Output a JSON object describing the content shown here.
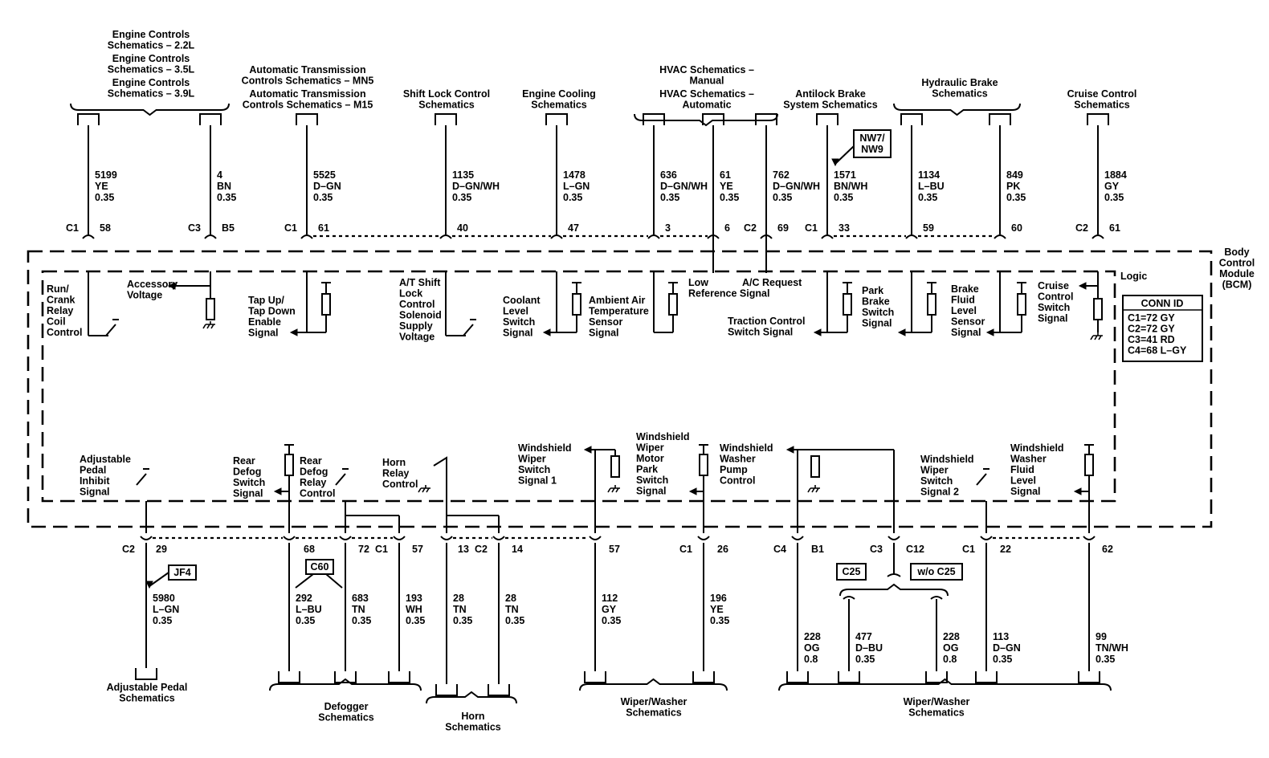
{
  "top_schematics": [
    {
      "key": "eng1",
      "lines": [
        "Engine Controls",
        "Schematics – 2.2L"
      ]
    },
    {
      "key": "eng2",
      "lines": [
        "Engine Controls",
        "Schematics – 3.5L"
      ]
    },
    {
      "key": "eng3",
      "lines": [
        "Engine Controls",
        "Schematics – 3.9L"
      ]
    },
    {
      "key": "trans1",
      "lines": [
        "Automatic Transmission",
        "Controls Schematics – MN5"
      ]
    },
    {
      "key": "trans2",
      "lines": [
        "Automatic Transmission",
        "Controls Schematics – M15"
      ]
    },
    {
      "key": "shift",
      "lines": [
        "Shift Lock Control",
        "Schematics"
      ]
    },
    {
      "key": "cool",
      "lines": [
        "Engine Cooling",
        "Schematics"
      ]
    },
    {
      "key": "hvac1",
      "lines": [
        "HVAC Schematics –",
        "Manual"
      ]
    },
    {
      "key": "hvac2",
      "lines": [
        "HVAC Schematics –",
        "Automatic"
      ]
    },
    {
      "key": "abs",
      "lines": [
        "Antilock Brake",
        "System Schematics"
      ]
    },
    {
      "key": "hyd",
      "lines": [
        "Hydraulic Brake",
        "Schematics"
      ]
    },
    {
      "key": "cruise",
      "lines": [
        "Cruise Control",
        "Schematics"
      ]
    }
  ],
  "top_wires": [
    {
      "circuit": "5199",
      "color": "YE",
      "gauge": "0.35",
      "connector": "C1",
      "pin": "58"
    },
    {
      "circuit": "4",
      "color": "BN",
      "gauge": "0.35",
      "connector": "C3",
      "pin": "B5"
    },
    {
      "circuit": "5525",
      "color": "D–GN",
      "gauge": "0.35",
      "connector": "C1",
      "pin": "61"
    },
    {
      "circuit": "1135",
      "color": "D–GN/WH",
      "gauge": "0.35",
      "connector": "",
      "pin": "40"
    },
    {
      "circuit": "1478",
      "color": "L–GN",
      "gauge": "0.35",
      "connector": "",
      "pin": "47"
    },
    {
      "circuit": "636",
      "color": "D–GN/WH",
      "gauge": "0.35",
      "connector": "",
      "pin": "3"
    },
    {
      "circuit": "61",
      "color": "YE",
      "gauge": "0.35",
      "connector": "",
      "pin": "6"
    },
    {
      "circuit": "762",
      "color": "D–GN/WH",
      "gauge": "0.35",
      "connector": "C2",
      "pin": "69"
    },
    {
      "circuit": "1571",
      "color": "BN/WH",
      "gauge": "0.35",
      "connector": "C1",
      "pin": "33"
    },
    {
      "circuit": "1134",
      "color": "L–BU",
      "gauge": "0.35",
      "connector": "",
      "pin": "59"
    },
    {
      "circuit": "849",
      "color": "PK",
      "gauge": "0.35",
      "connector": "",
      "pin": "60"
    },
    {
      "circuit": "1884",
      "color": "GY",
      "gauge": "0.35",
      "connector": "C2",
      "pin": "61"
    }
  ],
  "nw_tag": [
    "NW7/",
    "NW9"
  ],
  "module": {
    "lines": [
      "Body",
      "Control",
      "Module",
      "(BCM)"
    ],
    "logic_label": "Logic"
  },
  "conn_id": {
    "title": "CONN ID",
    "rows": [
      "C1=72 GY",
      "C2=72 GY",
      "C3=41 RD",
      "C4=68 L–GY"
    ]
  },
  "top_signals": [
    {
      "key": "run",
      "lines": [
        "Run/",
        "Crank",
        "Relay",
        "Coil",
        "Control"
      ]
    },
    {
      "key": "acc",
      "lines": [
        "Accessory",
        "Voltage"
      ]
    },
    {
      "key": "tap",
      "lines": [
        "Tap Up/",
        "Tap Down",
        "Enable",
        "Signal"
      ]
    },
    {
      "key": "atshift",
      "lines": [
        "A/T Shift",
        "Lock",
        "Control",
        "Solenoid",
        "Supply",
        "Voltage"
      ]
    },
    {
      "key": "coolant",
      "lines": [
        "Coolant",
        "Level",
        "Switch",
        "Signal"
      ]
    },
    {
      "key": "ambient",
      "lines": [
        "Ambient Air",
        "Temperature",
        "Sensor",
        "Signal"
      ]
    },
    {
      "key": "lowref",
      "lines": [
        "Low",
        "Reference Signal"
      ]
    },
    {
      "key": "ac",
      "lines": [
        "A/C Request"
      ]
    },
    {
      "key": "traction",
      "lines": [
        "Traction Control",
        "Switch Signal"
      ]
    },
    {
      "key": "park",
      "lines": [
        "Park",
        "Brake",
        "Switch",
        "Signal"
      ]
    },
    {
      "key": "brakefluid",
      "lines": [
        "Brake",
        "Fluid",
        "Level",
        "Sensor",
        "Signal"
      ]
    },
    {
      "key": "cruisesw",
      "lines": [
        "Cruise",
        "Control",
        "Switch",
        "Signal"
      ]
    }
  ],
  "bottom_signals": [
    {
      "key": "adjped",
      "lines": [
        "Adjustable",
        "Pedal",
        "Inhibit",
        "Signal"
      ]
    },
    {
      "key": "reardefsw",
      "lines": [
        "Rear",
        "Defog",
        "Switch",
        "Signal"
      ]
    },
    {
      "key": "reardefrl",
      "lines": [
        "Rear",
        "Defog",
        "Relay",
        "Control"
      ]
    },
    {
      "key": "horn",
      "lines": [
        "Horn",
        "Relay",
        "Control"
      ]
    },
    {
      "key": "wsw1",
      "lines": [
        "Windshield",
        "Wiper",
        "Switch",
        "Signal 1"
      ]
    },
    {
      "key": "wmpark",
      "lines": [
        "Windshield",
        "Wiper",
        "Motor",
        "Park",
        "Switch",
        "Signal"
      ]
    },
    {
      "key": "wwpump",
      "lines": [
        "Windshield",
        "Washer",
        "Pump",
        "Control"
      ]
    },
    {
      "key": "wsw2",
      "lines": [
        "Windshield",
        "Wiper",
        "Switch",
        "Signal 2"
      ]
    },
    {
      "key": "wwfluid",
      "lines": [
        "Windshield",
        "Washer",
        "Fluid",
        "Level",
        "Signal"
      ]
    }
  ],
  "bottom_pins": [
    {
      "connector": "C2",
      "pin": "29"
    },
    {
      "connector": "",
      "pin": "68"
    },
    {
      "connector": "",
      "pin": "72"
    },
    {
      "connector": "C1",
      "pin": "57"
    },
    {
      "connector": "",
      "pin": "13"
    },
    {
      "connector": "C2",
      "pin": "14"
    },
    {
      "connector": "",
      "pin": "57"
    },
    {
      "connector": "C1",
      "pin": "26"
    },
    {
      "connector": "C4",
      "pin": "B1"
    },
    {
      "connector": "C3",
      "pin": "C12"
    },
    {
      "connector": "C1",
      "pin": "22"
    },
    {
      "connector": "",
      "pin": "62"
    }
  ],
  "bottom_wires": [
    {
      "circuit": "5980",
      "color": "L–GN",
      "gauge": "0.35"
    },
    {
      "circuit": "292",
      "color": "L–BU",
      "gauge": "0.35"
    },
    {
      "circuit": "683",
      "color": "TN",
      "gauge": "0.35"
    },
    {
      "circuit": "193",
      "color": "WH",
      "gauge": "0.35"
    },
    {
      "circuit": "28",
      "color": "TN",
      "gauge": "0.35"
    },
    {
      "circuit": "28",
      "color": "TN",
      "gauge": "0.35"
    },
    {
      "circuit": "112",
      "color": "GY",
      "gauge": "0.35"
    },
    {
      "circuit": "196",
      "color": "YE",
      "gauge": "0.35"
    },
    {
      "circuit": "228",
      "color": "OG",
      "gauge": "0.8"
    },
    {
      "circuit": "477",
      "color": "D–BU",
      "gauge": "0.35"
    },
    {
      "circuit": "228",
      "color": "OG",
      "gauge": "0.8"
    },
    {
      "circuit": "113",
      "color": "D–GN",
      "gauge": "0.35"
    },
    {
      "circuit": "99",
      "color": "TN/WH",
      "gauge": "0.35"
    }
  ],
  "bottom_tags": {
    "jf4": "JF4",
    "c60": "C60",
    "c25": "C25",
    "woc25": "w/o C25"
  },
  "bottom_schematics": [
    {
      "key": "adjsch",
      "lines": [
        "Adjustable Pedal",
        "Schematics"
      ]
    },
    {
      "key": "defsch",
      "lines": [
        "Defogger",
        "Schematics"
      ]
    },
    {
      "key": "hornsch",
      "lines": [
        "Horn",
        "Schematics"
      ]
    },
    {
      "key": "wip1",
      "lines": [
        "Wiper/Washer",
        "Schematics"
      ]
    },
    {
      "key": "wip2",
      "lines": [
        "Wiper/Washer",
        "Schematics"
      ]
    }
  ]
}
